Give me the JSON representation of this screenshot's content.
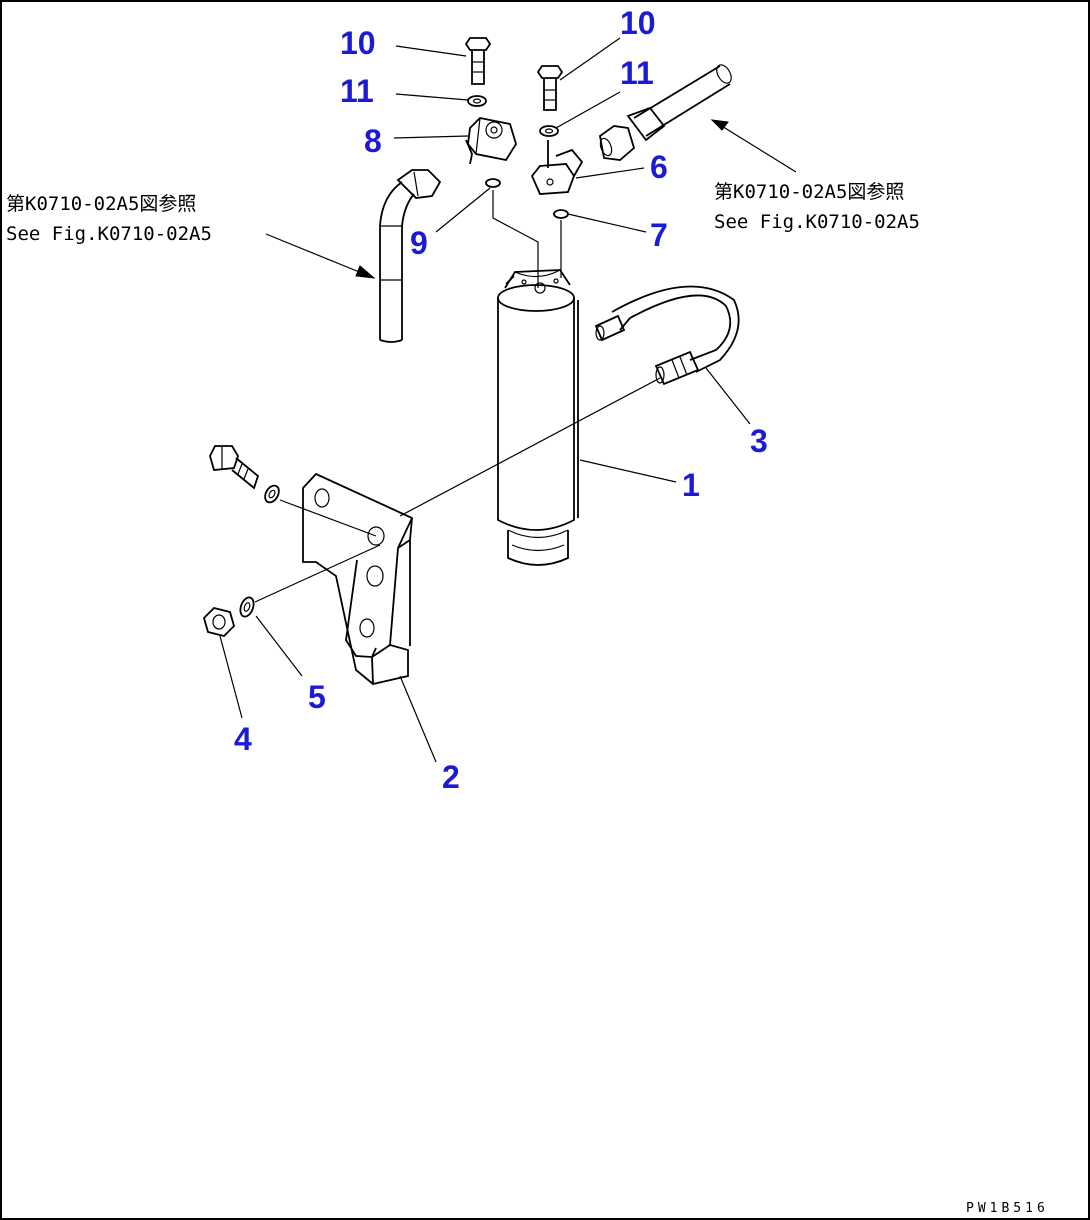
{
  "figure_code": "PW1B516",
  "references": {
    "left": {
      "line1": "第K0710-02A5図参照",
      "line2": "See Fig.K0710-02A5"
    },
    "right": {
      "line1": "第K0710-02A5図参照",
      "line2": "See Fig.K0710-02A5"
    }
  },
  "callouts": {
    "p1": "1",
    "p2": "2",
    "p3": "3",
    "p4": "4",
    "p5": "5",
    "p6": "6",
    "p7": "7",
    "p8": "8",
    "p9": "9",
    "p10_left": "10",
    "p10_right": "10",
    "p11_left": "11",
    "p11_right": "11"
  },
  "colors": {
    "callout": "#1b1bd6",
    "line": "#000000",
    "background": "#ffffff"
  }
}
